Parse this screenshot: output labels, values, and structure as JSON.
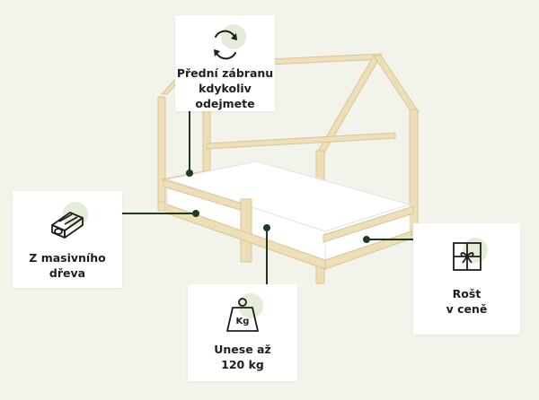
{
  "callouts": {
    "front_rail": {
      "label": "Přední zábranu\nkdykoliv\nodejmete",
      "icon": "refresh-cycle-icon"
    },
    "solid_wood": {
      "label": "Z masivního\ndřeva",
      "icon": "wood-plank-icon"
    },
    "load": {
      "label": "Unese až\n120 kg",
      "icon": "weight-icon",
      "weight_text": "Kg"
    },
    "slats": {
      "label": "Rošt\nv ceně",
      "icon": "gift-box-icon"
    }
  },
  "colors": {
    "background": "#f2f4ec",
    "accent_green": "#1f3a1f",
    "icon_blob": "#e3edd7",
    "wood": "#ecdcb4"
  }
}
